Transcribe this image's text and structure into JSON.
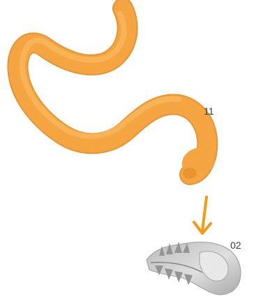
{
  "labels": {
    "worm": "11",
    "fossil": "02"
  },
  "colors": {
    "worm_fill": "#f7a33f",
    "worm_shadow": "#e68f2a",
    "worm_highlight": "#ffc06a",
    "arrow": "#f39c12",
    "fossil_fill": "#d4d4d4",
    "fossil_shadow": "#9a9a9a"
  },
  "icons": {
    "worm": "orange-worm-illustration",
    "arrow": "down-arrow-icon",
    "fossil": "gray-jaw-fossil-illustration"
  }
}
